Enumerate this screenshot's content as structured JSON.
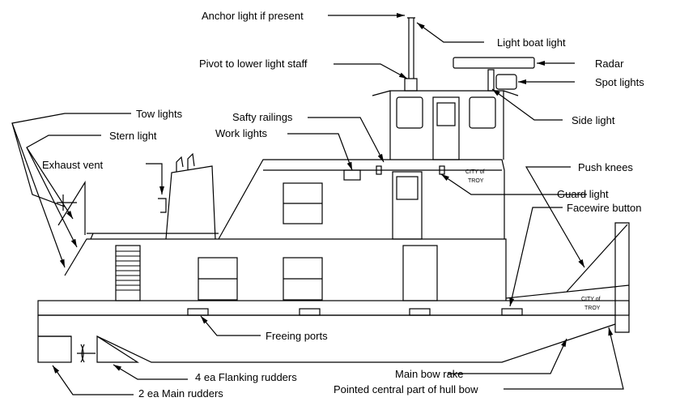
{
  "labels": {
    "anchor_light": "Anchor light if present",
    "light_boat_light": "Light boat light",
    "pivot": "Pivot to lower light staff",
    "radar": "Radar",
    "spot_lights": "Spot lights",
    "side_light": "Side light",
    "tow_lights": "Tow lights",
    "stern_light": "Stern light",
    "safty_railings": "Safty railings",
    "work_lights": "Work lights",
    "exhaust_vent": "Exhaust vent",
    "push_knees": "Push knees",
    "guard_light": "Guard light",
    "facewire_button": "Facewire button",
    "freeing_ports": "Freeing ports",
    "flanking_rudders": "4 ea Flanking rudders",
    "main_rudders": "2 ea Main rudders",
    "main_bow_rake": "Main bow rake",
    "pointed_bow": "Pointed central part of hull bow"
  },
  "boat_name": {
    "line1": "CITY of",
    "line2": "TROY"
  }
}
